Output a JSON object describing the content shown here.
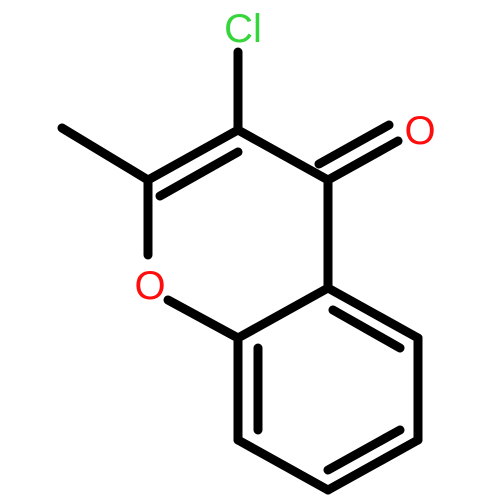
{
  "molecule": {
    "atoms": {
      "chlorine": {
        "label": "Cl",
        "color": "#35d63a"
      },
      "carbonyl_oxygen": {
        "label": "O",
        "color": "#ff0d0d"
      },
      "ring_oxygen": {
        "label": "O",
        "color": "#ff0d0d"
      }
    },
    "bond_color": "#000000",
    "background": "#ffffff"
  }
}
